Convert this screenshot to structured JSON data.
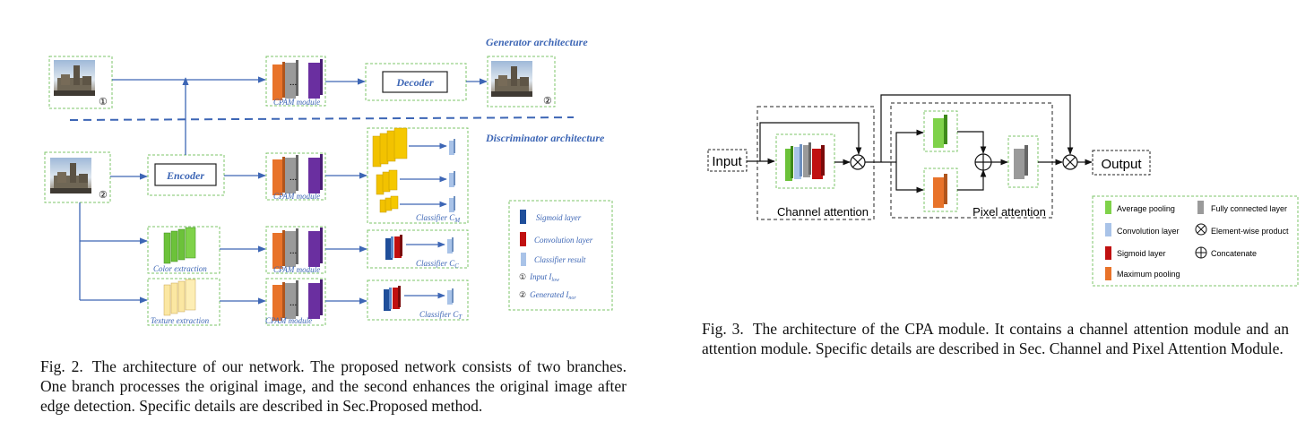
{
  "fig2": {
    "generator_title": "Generator architecture",
    "discriminator_title": "Discriminator architecture",
    "decoder_label": "Decoder",
    "encoder_label": "Encoder",
    "cpam_label": "CPAM module",
    "color_extraction_label": "Color extraction",
    "texture_extraction_label": "Texture extraction",
    "input_marker": "①",
    "generated_marker": "②",
    "dots": "...",
    "classifier_m": {
      "base": "Classifier C",
      "sub": "M"
    },
    "classifier_c": {
      "base": "Classifier C",
      "sub": "C"
    },
    "classifier_t": {
      "base": "Classifier C",
      "sub": "T"
    },
    "legend": {
      "sigmoid": "Sigmoid layer",
      "convolution": "Convolution  layer",
      "classifier_result": "Classifier result",
      "input": {
        "marker": "①",
        "base": "Input I",
        "sub": "low"
      },
      "generated": {
        "marker": "②",
        "base": "Generated I",
        "sub": "nor"
      }
    },
    "colors": {
      "accent_blue": "#3d66b5",
      "orange": "#e8732a",
      "gray": "#8a8a8a",
      "purple": "#6a2fa0",
      "yellow": "#f2c200",
      "green": "#6cc23a",
      "cream": "#fbe7a2",
      "red": "#c01010",
      "lightblue": "#a9c3e8",
      "navy": "#1f4e9a",
      "border_green": "#7cc46a"
    }
  },
  "fig3": {
    "input_label": "Input",
    "output_label": "Output",
    "channel_attention_label": "Channel attention",
    "pixel_attention_label": "Pixel attention",
    "legend": {
      "average_pooling": "Average pooling",
      "fully_connected": "Fully connected layer",
      "convolution": "Convolution layer",
      "element_wise": "Element-wise product",
      "sigmoid": "Sigmoid layer",
      "concatenate": "Concatenate",
      "maximum_pooling": "Maximum pooling"
    }
  },
  "captions": {
    "fig2_label": "Fig. 2.",
    "fig2_text": "The architecture of our network. The proposed network consists of two branches. One branch processes the original image, and the second enhances the original image after edge detection. Specific details are described in Sec.Proposed method.",
    "fig3_label": "Fig. 3.",
    "fig3_text": "The architecture of the CPA module. It contains a channel attention module and an attention module. Specific details are described in Sec. Channel and Pixel Attention Module."
  }
}
